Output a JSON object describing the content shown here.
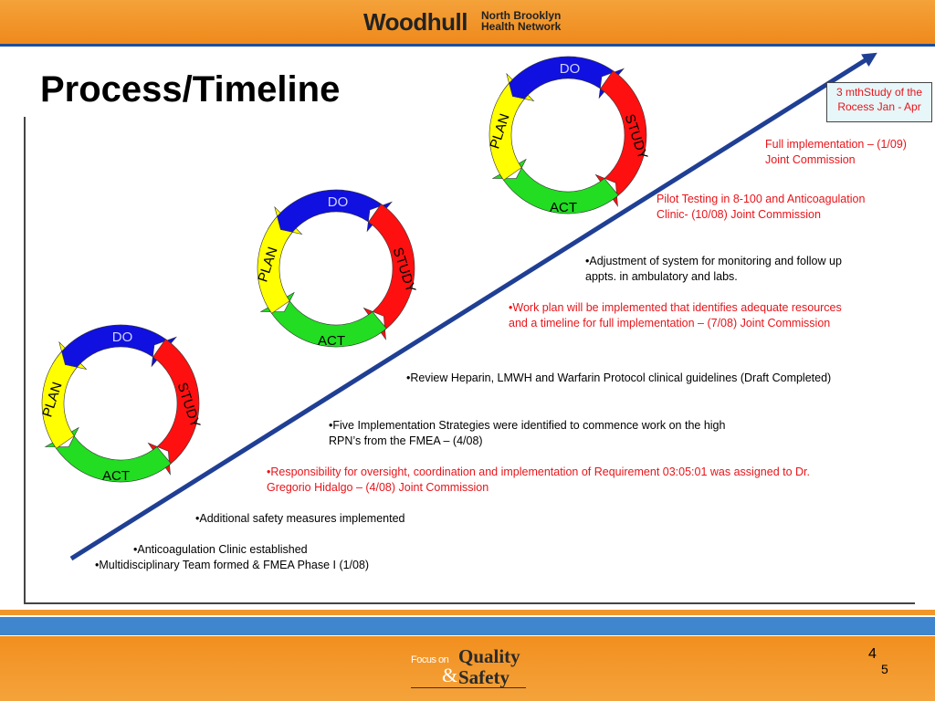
{
  "header": {
    "brand": "Woodhull",
    "network_line1": "North Brooklyn",
    "network_line2": "Health Network"
  },
  "title": "Process/Timeline",
  "cycle_labels": {
    "do": "DO",
    "study": "STUDY",
    "act": "ACT",
    "plan": "PLAN"
  },
  "callout": {
    "line1": "3 mthStudy of the",
    "line2": "Rocess Jan - Apr"
  },
  "timeline_items": [
    {
      "line1": "•Multidisciplinary Team formed & FMEA Phase I (1/08)",
      "line2": ""
    },
    {
      "line1": "•Anticoagulation Clinic established",
      "line2": ""
    },
    {
      "line1": "•Additional safety measures implemented",
      "line2": ""
    },
    {
      "line1": "•Responsibility for oversight, coordination and implementation of Requirement 03:05:01 was assigned to Dr.",
      "line2": "Gregorio Hidalgo – (4/08) Joint Commission"
    },
    {
      "line1": "•Five Implementation  Strategies were identified to commence work on the high",
      "line2": "RPN’s from the FMEA – (4/08)"
    },
    {
      "line1": "•Review Heparin, LMWH and Warfarin Protocol clinical guidelines (Draft Completed)",
      "line2": ""
    },
    {
      "line1": "•Work plan will be implemented that identifies adequate resources",
      "line2": "and a timeline for full implementation – (7/08) Joint Commission"
    },
    {
      "line1": "•Adjustment of system for monitoring and follow up",
      "line2": "appts. in ambulatory and labs."
    },
    {
      "line1": "Pilot Testing in 8-100 and Anticoagulation",
      "line2": "Clinic- (10/08) Joint Commission"
    },
    {
      "line1": "Full implementation – (1/09)",
      "line2": "Joint Commission"
    }
  ],
  "footer": {
    "focus_on": "Focus on",
    "quality": "Quality",
    "amp": "&",
    "safety": "Safety",
    "page_a": "4",
    "page_b": "5"
  },
  "colors": {
    "plan": "#ffff00",
    "do": "#1010e0",
    "study": "#ff1010",
    "act": "#22dd22",
    "arrow": "#1f3f94",
    "orange": "#f28f1f",
    "blue_stripe": "#3f86cf",
    "red_text": "#e8141a"
  }
}
